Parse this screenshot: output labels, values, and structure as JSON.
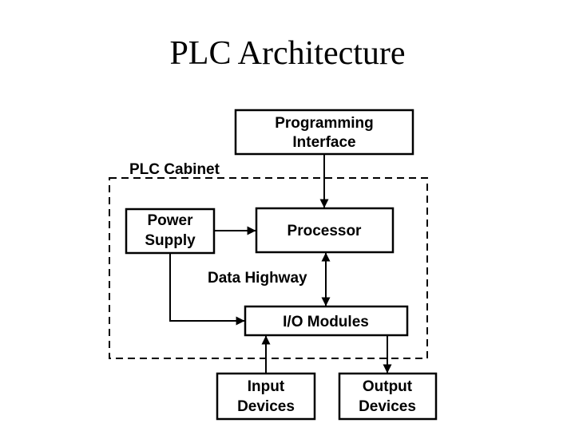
{
  "title": "PLC Architecture",
  "cabinet_label": "PLC Cabinet",
  "boxes": {
    "programming_interface": [
      "Programming",
      "Interface"
    ],
    "power_supply": [
      "Power",
      "Supply"
    ],
    "processor": [
      "Processor"
    ],
    "io_modules": [
      "I/O Modules"
    ],
    "input_devices": [
      "Input",
      "Devices"
    ],
    "output_devices": [
      "Output",
      "Devices"
    ]
  },
  "data_highway_label": "Data Highway"
}
